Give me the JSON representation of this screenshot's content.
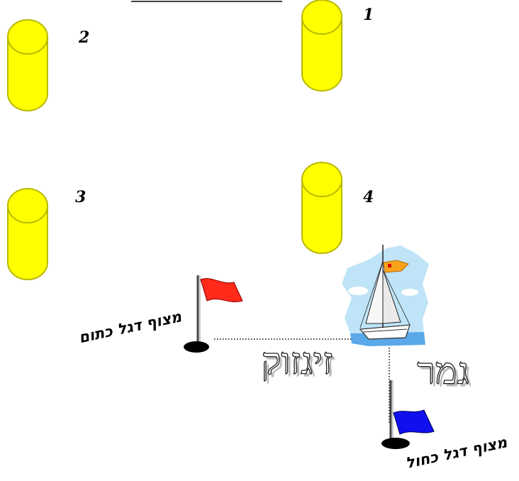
{
  "buoys": [
    {
      "label": "1"
    },
    {
      "label": "2"
    },
    {
      "label": "3"
    },
    {
      "label": "4"
    }
  ],
  "flags": {
    "start": {
      "label": "מצוף דגל כתום",
      "color": "#ff2a1a"
    },
    "finish": {
      "label": "מצוף דגל כחול",
      "color": "#1010ee"
    }
  },
  "words": {
    "tack": "זיגזוק",
    "finish": "גמר"
  },
  "colors": {
    "buoy_fill": "#ffff00",
    "buoy_stroke": "#b8b800",
    "water": "#5aa8e8",
    "sky": "#bfe4f7",
    "sail_flag": "#f7a21b"
  },
  "icons": {
    "boat": "sailboat-icon"
  }
}
